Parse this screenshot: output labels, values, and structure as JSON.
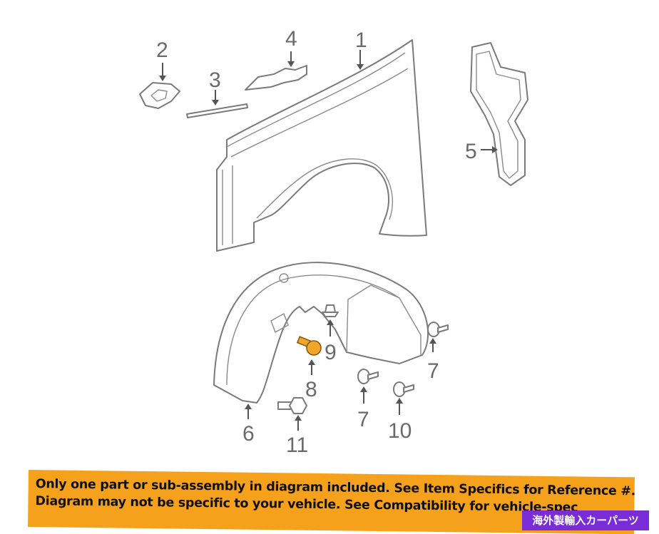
{
  "callouts": {
    "n1": "1",
    "n2": "2",
    "n3": "3",
    "n4": "4",
    "n5": "5",
    "n6": "6",
    "n7a": "7",
    "n7b": "7",
    "n8": "8",
    "n9": "9",
    "n10": "10",
    "n11": "11"
  },
  "highlight_color": "#f2a52b",
  "notice": {
    "line1": "Only one part or sub-assembly in diagram included. See Item Specifics for Reference #.",
    "line2": "Diagram may not be specific to your vehicle. See Compatibility for vehicle-spec",
    "background": "#f5a11b"
  },
  "badge": {
    "text": "海外製輸入カーパーツ",
    "background": "#7a2cd9"
  }
}
